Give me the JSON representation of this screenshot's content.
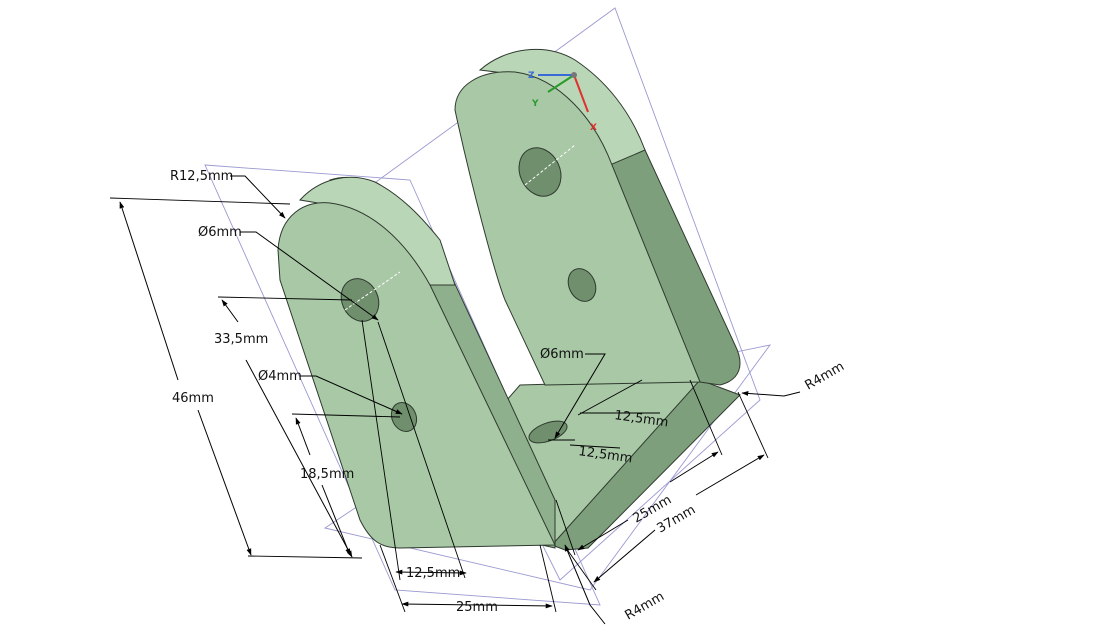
{
  "colors": {
    "part_face": "#a8c8a6",
    "part_side": "#8fb08d",
    "part_dark": "#7e9f7c",
    "part_top": "#b9d6b6",
    "edge": "#2f3a2f",
    "plane": "#9a9ad0",
    "hole": "#6f8f6d",
    "axis_x": "#e03030",
    "axis_y": "#2a9a2a",
    "axis_z": "#3a6ad8"
  },
  "axes": {
    "x": "X",
    "y": "Y",
    "z": "Z"
  },
  "dimensions": {
    "r_top": "R12,5mm",
    "dia_upper": "Ø6mm",
    "height_upper_hole": "33,5mm",
    "dia_lower": "Ø4mm",
    "height_total": "46mm",
    "height_lower_hole": "18,5mm",
    "offset_bottom": "12,5mm",
    "width_bottom": "25mm",
    "base_hole_dia": "Ø6mm",
    "base_offset_a": "12,5mm",
    "base_offset_b": "12,5mm",
    "base_width": "25mm",
    "base_length": "37mm",
    "r_fillet_right": "R4mm",
    "r_fillet_bottom": "R4mm"
  }
}
